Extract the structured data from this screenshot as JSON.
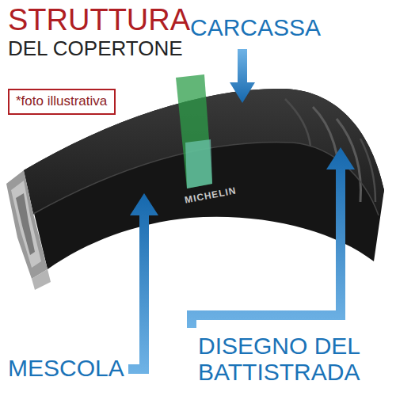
{
  "diagram": {
    "title": "STRUTTURA DEL COPERTONE",
    "nodes": [
      {
        "text": [
          "*foto illustrativa"
        ]
      }
    ],
    "labels": [
      "CARCASSA",
      "MESCOLA",
      "DISEGNO DEL BATTISTRADA",
      "MICHELIN"
    ]
  }
}
